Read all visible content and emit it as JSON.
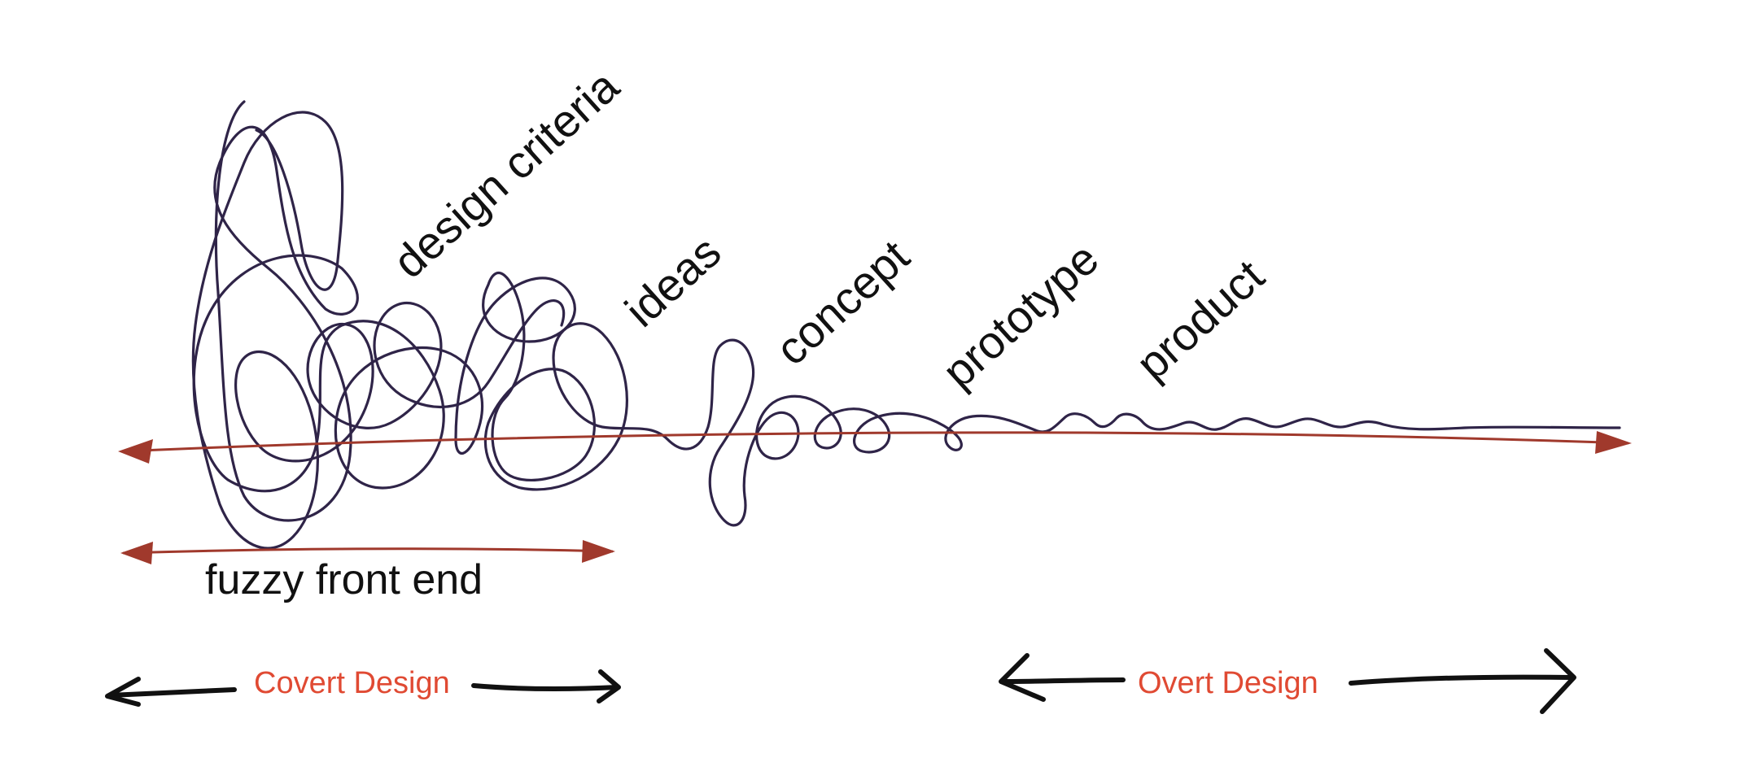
{
  "stages": [
    {
      "label": "design criteria"
    },
    {
      "label": "ideas"
    },
    {
      "label": "concept"
    },
    {
      "label": "prototype"
    },
    {
      "label": "product"
    }
  ],
  "fuzzy_front_end": {
    "label": "fuzzy front end"
  },
  "ranges": {
    "covert": {
      "label": "Covert Design"
    },
    "overt": {
      "label": "Overt Design"
    }
  },
  "colors": {
    "scribble": "#2f2448",
    "timeline": "#a0392c",
    "range_label": "#e04a33",
    "range_arrow": "#111111",
    "text": "#111111"
  }
}
